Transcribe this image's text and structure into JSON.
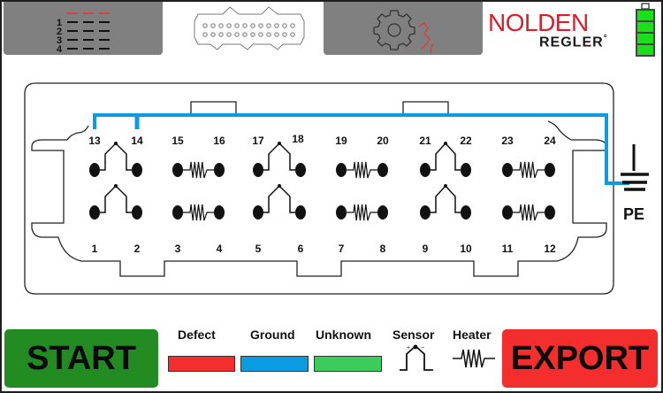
{
  "header": {
    "tabs": [
      {
        "name": "pin-list",
        "icon": "pin-list-icon",
        "active": false,
        "list_numbers": [
          "1",
          "2",
          "3",
          "4"
        ]
      },
      {
        "name": "connector-view",
        "icon": "connector-icon",
        "active": true
      },
      {
        "name": "settings",
        "icon": "gear-icon",
        "active": false
      }
    ],
    "logo": {
      "brand": "NOLDEN",
      "sub": "REGLER",
      "mark": "°"
    },
    "battery": {
      "level_bars": 4,
      "max_bars": 4,
      "color": "#19e019"
    }
  },
  "connector": {
    "top_pins": [
      "13",
      "14",
      "15",
      "16",
      "17",
      "18",
      "19",
      "20",
      "21",
      "22",
      "23",
      "24"
    ],
    "bottom_pins": [
      "1",
      "2",
      "3",
      "4",
      "5",
      "6",
      "7",
      "8",
      "9",
      "10",
      "11",
      "12"
    ],
    "component_types": [
      "sensor",
      "heater",
      "sensor",
      "heater",
      "sensor",
      "heater"
    ],
    "ground_label": "PE",
    "ground_connected_pins": [
      "13",
      "14"
    ],
    "ground_color": "#0a9be0"
  },
  "legend": {
    "items": [
      {
        "label": "Defect",
        "color": "#f42d2d"
      },
      {
        "label": "Ground",
        "color": "#0a9be0"
      },
      {
        "label": "Unknown",
        "color": "#3ccc5c"
      }
    ],
    "symbols": [
      {
        "label": "Sensor",
        "icon": "sensor-icon"
      },
      {
        "label": "Heater",
        "icon": "heater-icon"
      }
    ]
  },
  "buttons": {
    "start": "START",
    "export": "EXPORT"
  },
  "colors": {
    "start": "#228b22",
    "export": "#f42d2d",
    "tab_gray": "#808080",
    "brand_red": "#d5202e"
  }
}
